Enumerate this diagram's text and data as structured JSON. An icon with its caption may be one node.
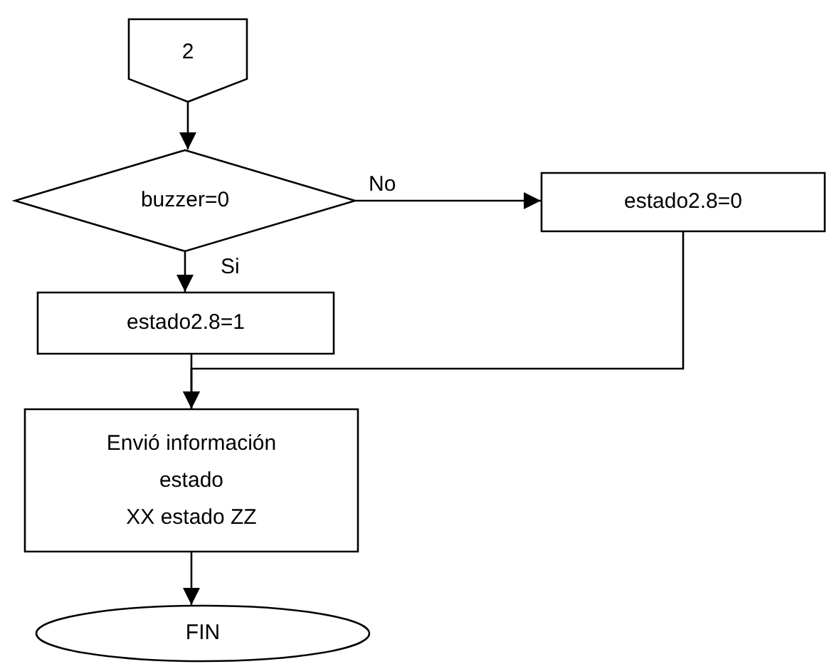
{
  "diagram": {
    "nodes": [
      {
        "text": [
          "2"
        ]
      },
      {
        "text": [
          "buzzer=0"
        ]
      },
      {
        "text": [
          "estado2.8=0"
        ]
      },
      {
        "text": [
          "estado2.8=1"
        ]
      },
      {
        "text": [
          "Envió información estado",
          "XX estado ZZ"
        ]
      },
      {
        "text": [
          "FIN"
        ]
      }
    ],
    "edges": [
      {
        "from": 0,
        "to": 1,
        "arrow": "to"
      },
      {
        "from": 1,
        "to": 2,
        "arrow": "to",
        "label": "No"
      },
      {
        "from": 1,
        "to": 3,
        "arrow": "to",
        "label": "Si"
      },
      {
        "from": 3,
        "to": 4,
        "arrow": "to"
      },
      {
        "from": 2,
        "to": 4,
        "arrow": "to"
      },
      {
        "from": 4,
        "to": 5,
        "arrow": "to"
      }
    ]
  }
}
